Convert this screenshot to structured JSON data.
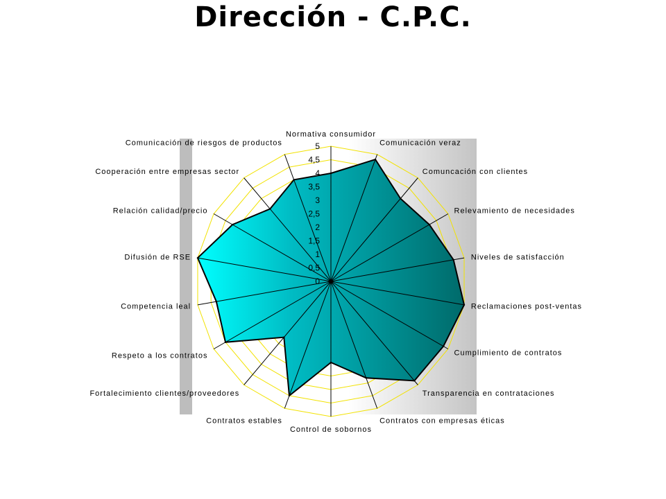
{
  "title": "Dirección - C.P.C.",
  "chart_data": {
    "type": "radar",
    "title": "Dirección - C.P.C.",
    "categories": [
      "Normativa consumidor",
      "Comunicación veraz",
      "Comuncación con clientes",
      "Relevamiento de necesidades",
      "Niveles de satisfacción",
      "Reclamaciones post-ventas",
      "Cumplimiento de contratos",
      "Transparencia en contrataciones",
      "Contratos con empresas éticas",
      "Control de sobornos",
      "Contratos estables",
      "Fortalecimiento clientes/proveedores",
      "Respeto a los contratos",
      "Competencia leal",
      "Difusión de RSE",
      "Relación calidad/precio",
      "Cooperación entre empresas sector",
      "Comunicación de riesgos de productos"
    ],
    "series": [
      {
        "values": [
          4,
          4.8,
          4,
          4.2,
          4.6,
          5,
          4.8,
          4.8,
          3.8,
          3,
          4.5,
          2.7,
          4.5,
          4.3,
          5,
          4.2,
          3.5,
          4
        ]
      }
    ],
    "rlim": [
      0,
      5
    ],
    "ticks": [
      "0",
      "0,5",
      "1",
      "1,5",
      "2",
      "2,5",
      "3",
      "3,5",
      "4",
      "4,5",
      "5"
    ],
    "grid": true,
    "colors": {
      "fill_light": "#00ffff",
      "fill_dark": "#007070",
      "grid": "#f2e200",
      "spoke": "#000000",
      "plot_bg_light": "#ffffff",
      "plot_bg_dark": "#bdbdbd"
    }
  }
}
